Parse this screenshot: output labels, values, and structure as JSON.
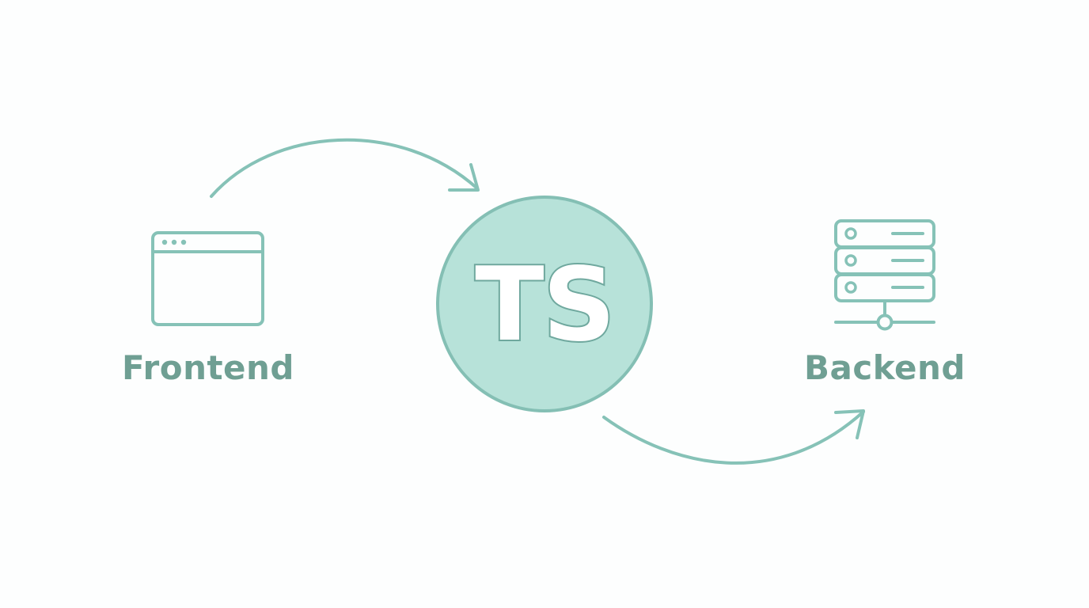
{
  "nodes": {
    "frontend": {
      "label": "Frontend",
      "icon": "browser-window-icon"
    },
    "center": {
      "label": "TS",
      "icon": "typescript-badge"
    },
    "backend": {
      "label": "Backend",
      "icon": "server-stack-icon"
    }
  },
  "edges": [
    {
      "from": "frontend",
      "to": "center"
    },
    {
      "from": "center",
      "to": "backend"
    }
  ],
  "colors": {
    "background": "#fdfefe",
    "stroke": "#86c2b7",
    "label": "#6f9f93",
    "circle_fill": "#b7e2d9",
    "circle_stroke": "#84bfb4",
    "ts_text_outline": "#6fa89e"
  }
}
